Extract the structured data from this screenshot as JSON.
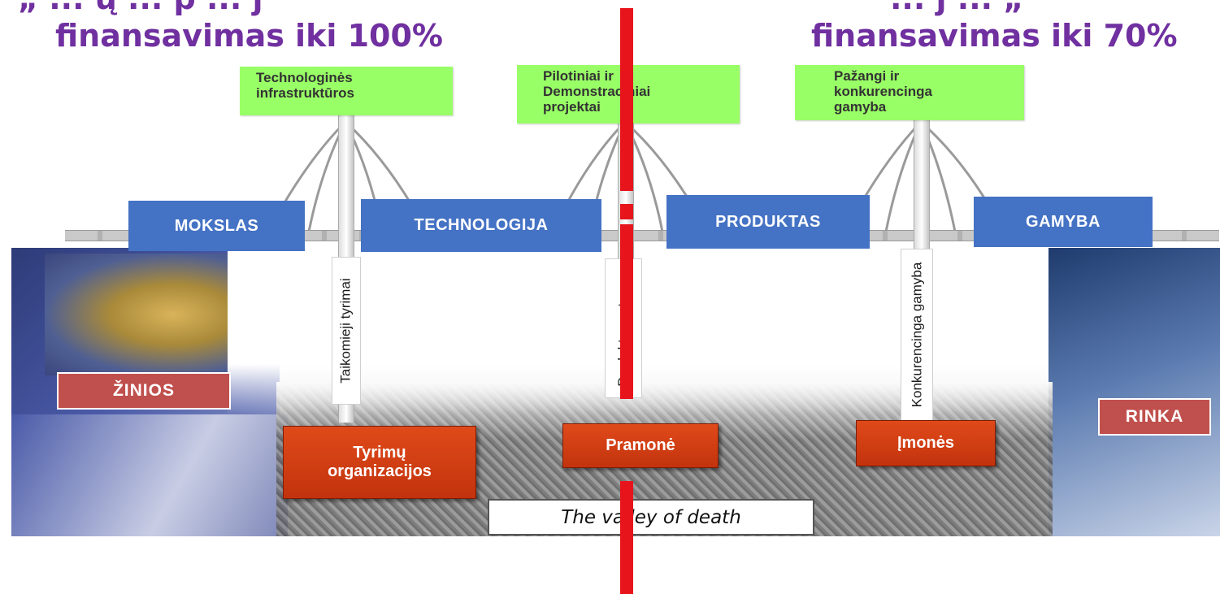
{
  "headings": {
    "left_cut": "„ ... ų ... p ... j",
    "left": "finansavimas iki 100%",
    "right_cut": "... j ... „",
    "right": "finansavimas iki 70%"
  },
  "diagram": {
    "green_boxes": [
      "Technologinės\ninfrastruktūros",
      "Pilotiniai ir\nDemonstraciniai\nprojektai",
      "Pažangi ir\nkonkurencinga\ngamyba"
    ],
    "blue_boxes": [
      "MOKSLAS",
      "TECHNOLOGIJA",
      "PRODUKTAS",
      "GAMYBA"
    ],
    "vertical_labels": [
      "Taikomieji tyrimai",
      "Produkto vystymas",
      "Konkurencinga gamyba"
    ],
    "orange_boxes": [
      "Tyrimų\norganizacijos",
      "Pramonė",
      "Įmonės"
    ],
    "side_labels": {
      "left": "ŽINIOS",
      "right": "RINKA"
    },
    "valley_label": "The valley of death"
  },
  "colors": {
    "heading": "#7030a0",
    "green_box": "#99ff66",
    "blue_box": "#4472c4",
    "orange_box": "#c2330d",
    "red_label": "#c0504d",
    "divider": "#e8141b"
  }
}
